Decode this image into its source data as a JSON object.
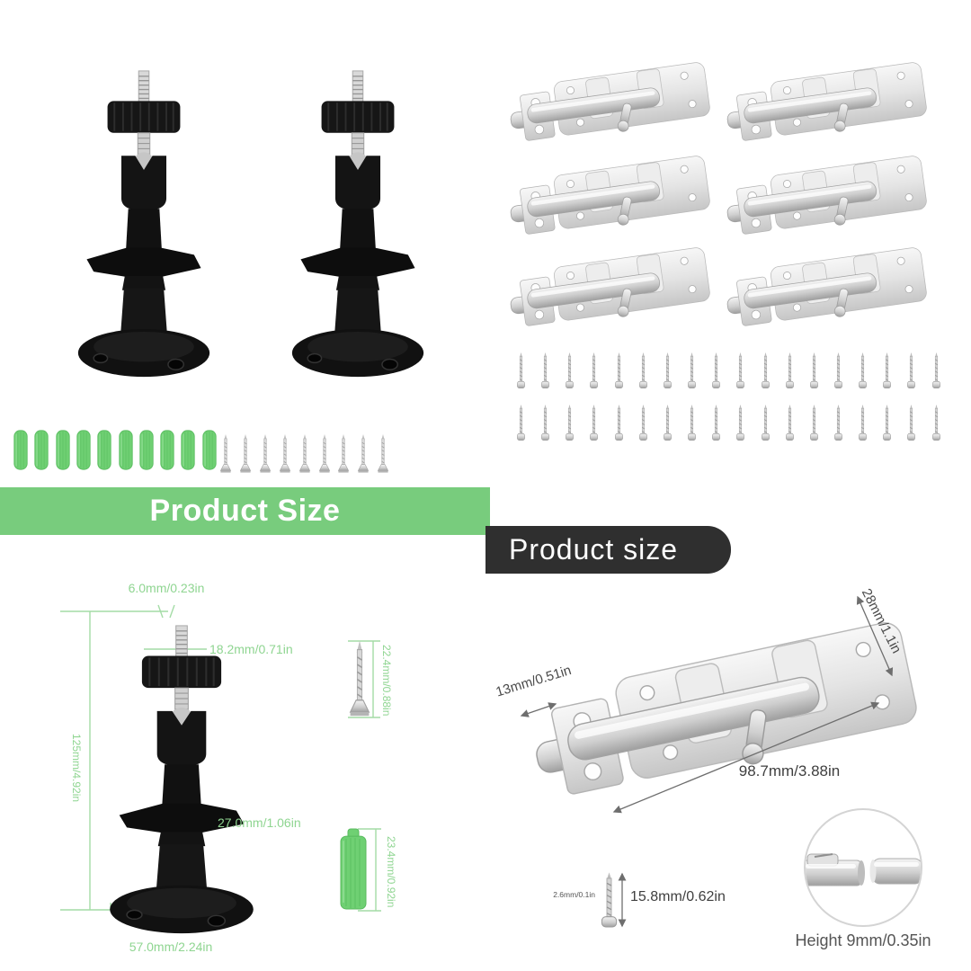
{
  "colors": {
    "banner_green": "#78cc7d",
    "banner_dark": "#2f2f2f",
    "dim_green": "#8fd591",
    "dim_gray": "#4a4a4a",
    "anchor_green": "#6fd073",
    "metal_light": "#f2f2f2",
    "metal_dark": "#9f9f9f"
  },
  "top_left": {
    "mount_count": 2,
    "anchor_count": 10,
    "screw_count": 9
  },
  "top_right": {
    "bolt_rows": 3,
    "bolt_cols": 2,
    "screw_rows": 2,
    "screws_per_row": 18
  },
  "bottom_left": {
    "banner_label": "Product Size",
    "dim_tip": "6.0mm/0.23in",
    "dim_knob": "18.2mm/0.71in",
    "dim_height": "125mm/4.92in",
    "dim_body": "27.0mm/1.06in",
    "dim_base": "57.0mm/2.24in",
    "dim_screw": "22.4mm/0.88in",
    "dim_anchor": "23.4mm/0.92in"
  },
  "bottom_right": {
    "banner_label": "Product size",
    "dim_width": "28mm/1.1in",
    "dim_plate": "13mm/0.51in",
    "dim_length": "98.7mm/3.88in",
    "dim_screw_diameter": "2.6mm/0.1in",
    "dim_screw_length": "15.8mm/0.62in",
    "dim_detail": "Height 9mm/0.35in"
  }
}
